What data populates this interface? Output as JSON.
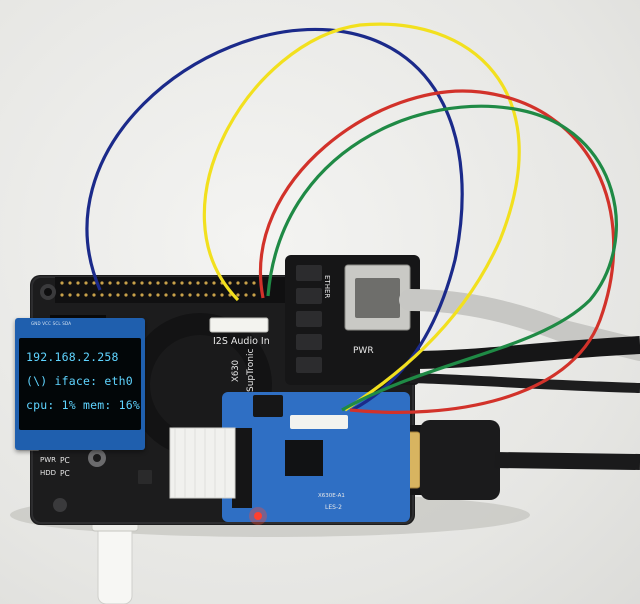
{
  "oled": {
    "lines": [
      "192.168.2.258",
      "(\\) iface: eth0",
      "cpu: 1% mem: 16%"
    ],
    "pin_labels": "GND VCC SCL SDA",
    "text_color": "#5fd4ff",
    "pcb_color": "#1f5fae"
  },
  "hat": {
    "audio_label": "I2S Audio In",
    "brand": "SupTronic",
    "model": "X630",
    "pwr_label": "PWR",
    "ethernet_label": "ETHER",
    "pc_label_1": "PC",
    "pc_label_2": "PC",
    "pwr_led_label": "PWR",
    "hdd_led_label": "HDD"
  },
  "adapter": {
    "model_label": "LES-2",
    "part_label": "X630E-A1",
    "pcb_color": "#2f6fc4"
  },
  "wire_colors": {
    "navy": "#1b2a8a",
    "yellow": "#f2e01e",
    "red": "#d2322a",
    "green": "#1f8a45"
  }
}
